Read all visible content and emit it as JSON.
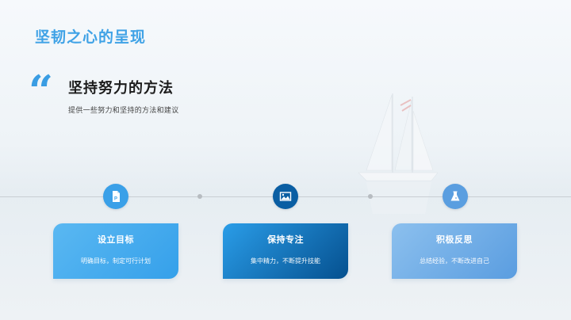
{
  "header": {
    "title": "坚韧之心的呈现"
  },
  "section": {
    "quote_icon": "“",
    "title": "坚持努力的方法",
    "subtitle": "提供一些努力和坚持的方法和建议"
  },
  "timeline": {
    "nodes": [
      {
        "icon": "document-icon",
        "color": "#3aa0e8"
      },
      {
        "icon": "image-icon",
        "color": "#0a5ea3"
      },
      {
        "icon": "flask-icon",
        "color": "#5a9ee0"
      }
    ]
  },
  "cards": [
    {
      "title": "设立目标",
      "description": "明确目标，制定可行计划",
      "gradient": [
        "#5ab8f2",
        "#35a0ea"
      ]
    },
    {
      "title": "保持专注",
      "description": "集中精力，不断提升技能",
      "gradient": [
        "#2a9de8",
        "#05508f"
      ]
    },
    {
      "title": "积极反思",
      "description": "总结经验，不断改进自己",
      "gradient": [
        "#8cc0ee",
        "#5a9de0"
      ]
    }
  ]
}
